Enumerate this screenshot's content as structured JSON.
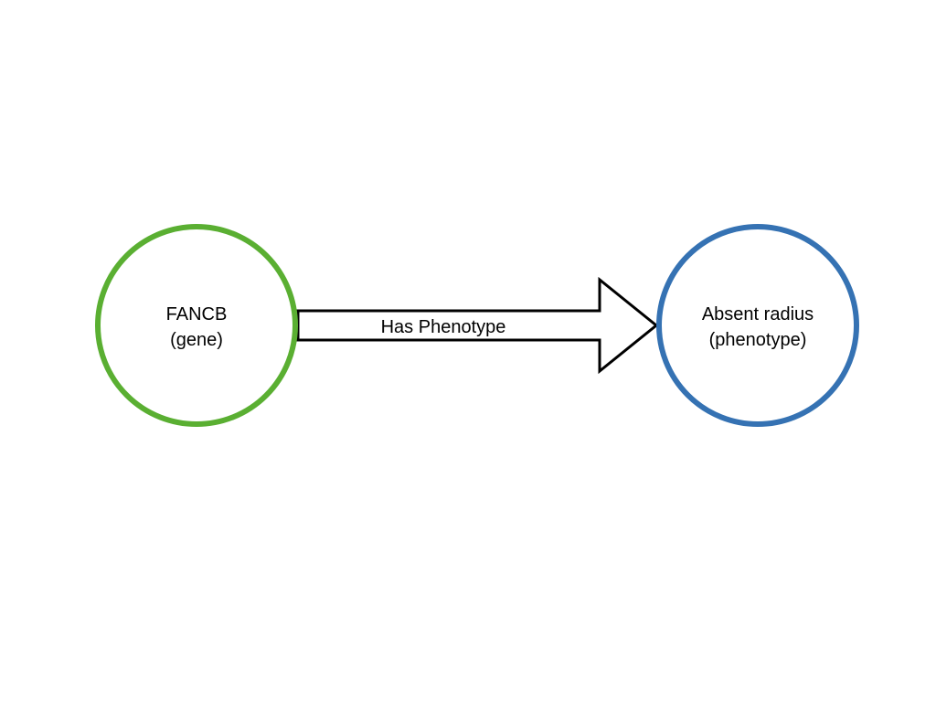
{
  "nodes": {
    "gene": {
      "line1": "FANCB",
      "line2": "(gene)",
      "color": "#5aaf32"
    },
    "phenotype": {
      "line1": "Absent radius",
      "line2": "(phenotype)",
      "color": "#3572b3"
    }
  },
  "edge": {
    "label": "Has Phenotype",
    "color": "#000000"
  }
}
